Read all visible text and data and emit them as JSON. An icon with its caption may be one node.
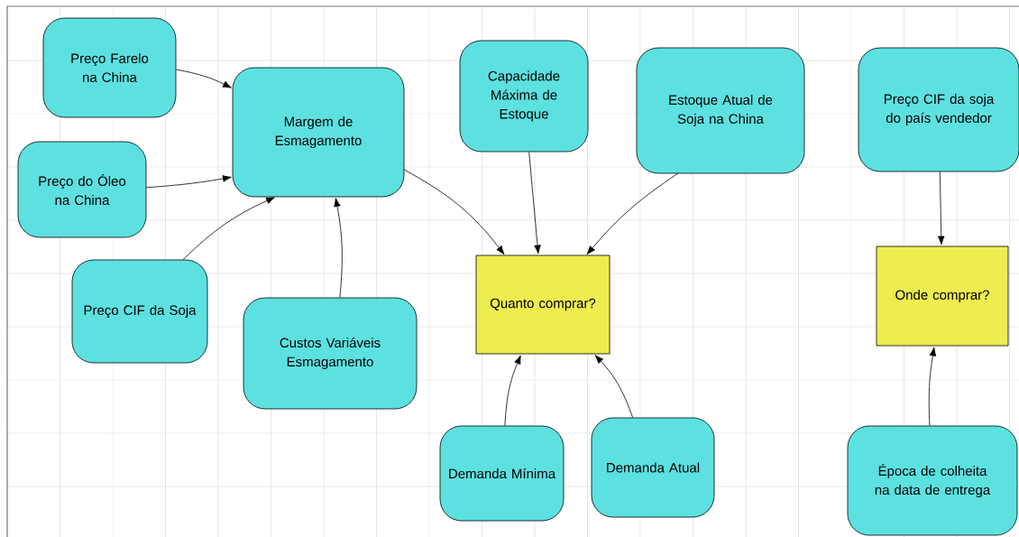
{
  "diagram": {
    "nodes": [
      {
        "text": [
          "Preço Farelo na China"
        ]
      },
      {
        "text": [
          "Margem de Esmagamento"
        ]
      },
      {
        "text": [
          "Preço do Óleo na China"
        ]
      },
      {
        "text": [
          "Preço CIF da Soja"
        ]
      },
      {
        "text": [
          "Custos Variáveis Esmagamento"
        ]
      },
      {
        "text": [
          "Capacidade Máxima de Estoque"
        ]
      },
      {
        "text": [
          "Estoque Atual de Soja na China"
        ]
      },
      {
        "text": [
          "Quanto comprar?"
        ]
      },
      {
        "text": [
          "Demanda Mínima"
        ]
      },
      {
        "text": [
          "Demanda Atual"
        ]
      },
      {
        "text": [
          "Preço CIF da soja do país vendedor"
        ]
      },
      {
        "text": [
          "Onde comprar?"
        ]
      },
      {
        "text": [
          "Época de colheita na data de entrega"
        ]
      }
    ],
    "edges": [
      {
        "from": 0,
        "to": 1,
        "arrow": "to"
      },
      {
        "from": 2,
        "to": 1,
        "arrow": "to"
      },
      {
        "from": 3,
        "to": 1,
        "arrow": "to"
      },
      {
        "from": 4,
        "to": 1,
        "arrow": "to"
      },
      {
        "from": 1,
        "to": 7,
        "arrow": "to"
      },
      {
        "from": 5,
        "to": 7,
        "arrow": "to"
      },
      {
        "from": 6,
        "to": 7,
        "arrow": "to"
      },
      {
        "from": 8,
        "to": 7,
        "arrow": "to"
      },
      {
        "from": 9,
        "to": 7,
        "arrow": "to"
      },
      {
        "from": 10,
        "to": 11,
        "arrow": "to"
      },
      {
        "from": 12,
        "to": 11,
        "arrow": "to"
      }
    ]
  }
}
